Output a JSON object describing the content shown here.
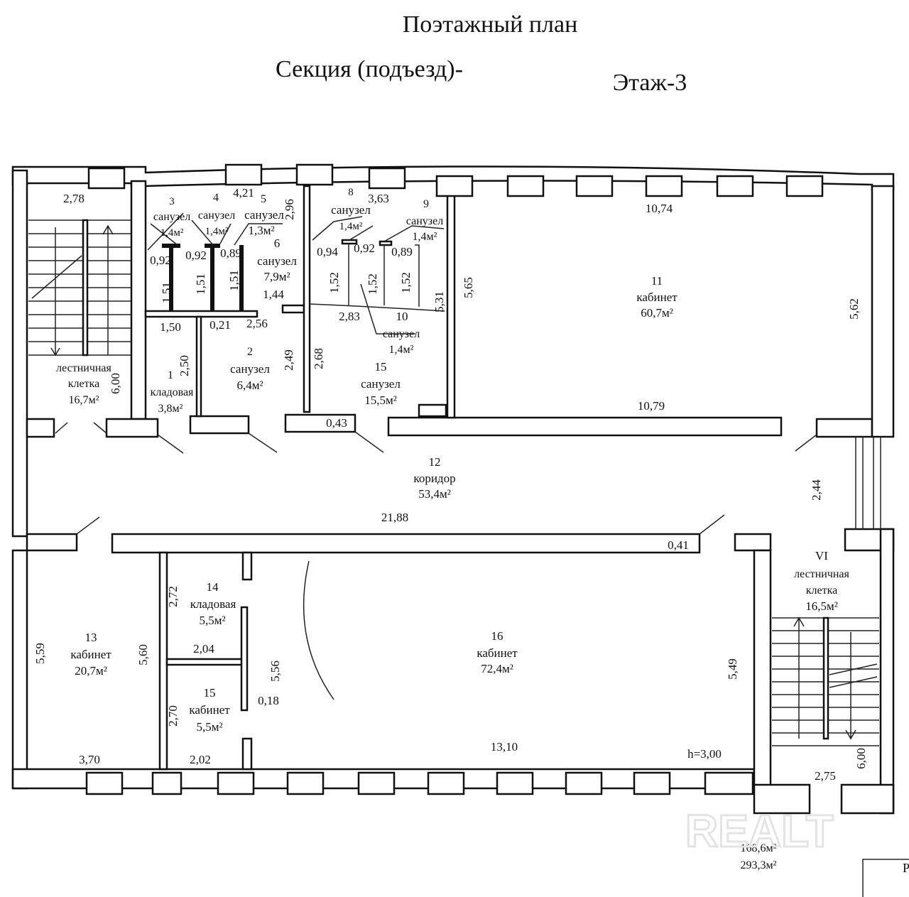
{
  "header": {
    "title": "Поэтажный план",
    "section": "Секция (подъезд)-",
    "floor": "Этаж-3"
  },
  "rooms": {
    "stair_left": {
      "number": "",
      "line1": "лестничная",
      "line2": "клетка",
      "area": "16,7м²"
    },
    "r1": {
      "number": "1",
      "name": "кладовая",
      "area": "3,8м²"
    },
    "r2": {
      "number": "2",
      "name": "санузел",
      "area": "6,4м²"
    },
    "r3": {
      "number": "3",
      "name": "санузел",
      "area": "1,4м²"
    },
    "r4": {
      "number": "4",
      "name": "санузел",
      "area": "1,4м²"
    },
    "r5": {
      "number": "5",
      "name": "санузел",
      "area": "1,3м²"
    },
    "r6": {
      "number": "6",
      "name": "санузел",
      "area": "7,9м²"
    },
    "r8": {
      "number": "8",
      "name": "санузел",
      "area": "1,4м²"
    },
    "r9": {
      "number": "9",
      "name": "санузел",
      "area": "1,4м²"
    },
    "r10": {
      "number": "10",
      "name": "санузел",
      "area": "1,4м²"
    },
    "r11": {
      "number": "11",
      "name": "кабинет",
      "area": "60,7м²"
    },
    "r12": {
      "number": "12",
      "name": "коридор",
      "area": "53,4м²"
    },
    "r13": {
      "number": "13",
      "name": "кабинет",
      "area": "20,7м²"
    },
    "r14": {
      "number": "14",
      "name": "кладовая",
      "area": "5,5м²"
    },
    "r15_upper": {
      "number": "15",
      "name": "санузел",
      "area": "15,5м²"
    },
    "r15_lower": {
      "number": "15",
      "name": "кабинет",
      "area": "5,5м²"
    },
    "r16": {
      "number": "16",
      "name": "кабинет",
      "area": "72,4м²"
    },
    "stair_right": {
      "number": "VI",
      "line1": "лестничная",
      "line2": "клетка",
      "area": "16,5м²"
    }
  },
  "dimensions": [
    "2,78",
    "6,00",
    "1,50",
    "2,50",
    "0,21",
    "2,56",
    "2,49",
    "0,92",
    "1,51",
    "0,92",
    "1,51",
    "0,89",
    "1,51",
    "4,21",
    "1,44",
    "2,96",
    "0,94",
    "1,52",
    "3,63",
    "0,92",
    "0,89",
    "1,52",
    "1,52",
    "2,83",
    "5,31",
    "2,68",
    "0,43",
    "10,74",
    "5,65",
    "5,62",
    "10,79",
    "21,88",
    "2,44",
    "0,41",
    "5,59",
    "5,60",
    "3,70",
    "2,72",
    "2,04",
    "2,70",
    "2,02",
    "5,56",
    "0,18",
    "13,10",
    "5,49",
    "2,75",
    "6,00"
  ],
  "ceiling_height": "h=3,00",
  "totals": {
    "living": "168,6м²",
    "total": "293,3м²"
  },
  "stamp_letter": "Р",
  "watermark": "REALT"
}
